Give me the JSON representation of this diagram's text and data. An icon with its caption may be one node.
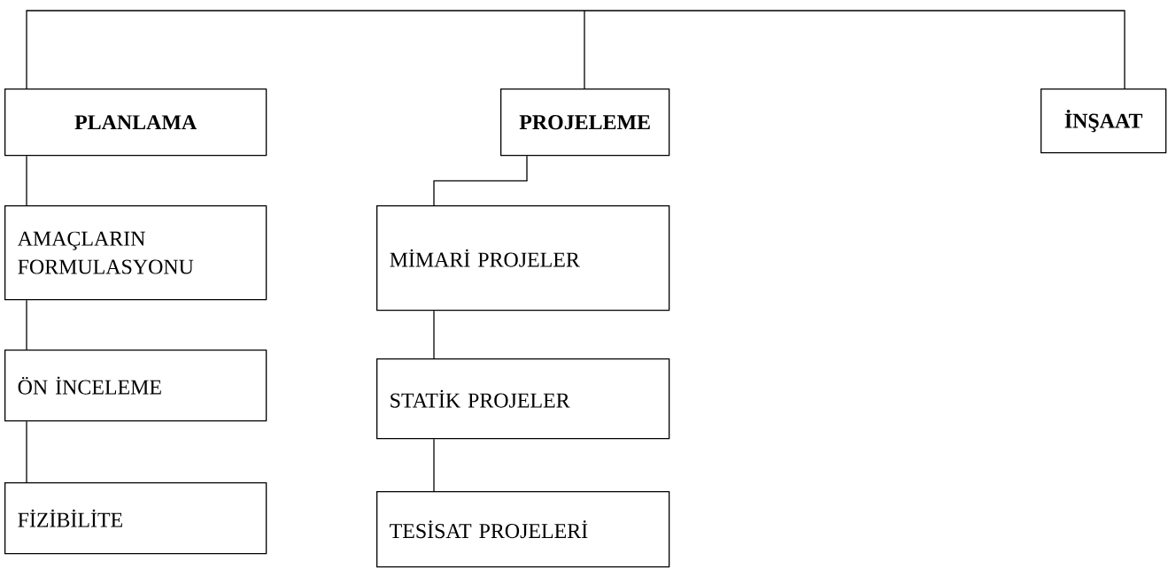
{
  "diagram": {
    "nodes": [
      {
        "text": [
          "PLANLAMA"
        ]
      },
      {
        "text": [
          "PROJELEME"
        ]
      },
      {
        "text": [
          "İNŞAAT"
        ]
      },
      {
        "text": [
          "AMAÇLARIN FORMULASYONU"
        ]
      },
      {
        "text": [
          "ÖN İNCELEME"
        ]
      },
      {
        "text": [
          "FİZİBİLİTE"
        ]
      },
      {
        "text": [
          "MİMARİ PROJELER"
        ]
      },
      {
        "text": [
          "STATİK PROJELER"
        ]
      },
      {
        "text": [
          "TESİSAT PROJELERİ"
        ]
      }
    ],
    "edges": [
      {
        "from": null,
        "to": 0,
        "arrow": "none"
      },
      {
        "from": null,
        "to": 1,
        "arrow": "none"
      },
      {
        "from": null,
        "to": 2,
        "arrow": "none"
      },
      {
        "from": 0,
        "to": 3,
        "arrow": "none"
      },
      {
        "from": 3,
        "to": 4,
        "arrow": "none"
      },
      {
        "from": 4,
        "to": 5,
        "arrow": "none"
      },
      {
        "from": 1,
        "to": 6,
        "arrow": "none"
      },
      {
        "from": 6,
        "to": 7,
        "arrow": "none"
      },
      {
        "from": 7,
        "to": 8,
        "arrow": "none"
      }
    ]
  }
}
